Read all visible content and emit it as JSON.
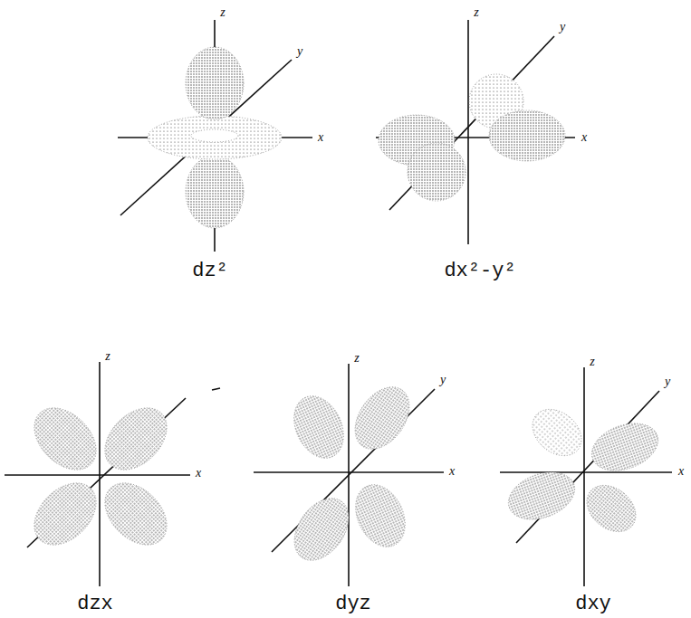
{
  "diagram": {
    "labels": [
      "z",
      "y",
      "x",
      "dz²",
      "z",
      "y",
      "x",
      "dx²-y²",
      "z",
      "x",
      "dzx",
      "z",
      "y",
      "x",
      "dyz",
      "z",
      "y",
      "x",
      "dxy"
    ]
  }
}
